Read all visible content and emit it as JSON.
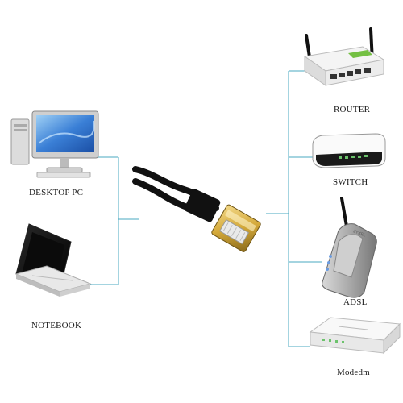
{
  "labels": {
    "desktop_pc": "DESKTOP PC",
    "notebook": "NOTEBOOK",
    "router": "ROUTER",
    "switch": "SWITCH",
    "adsl": "ADSL",
    "modem": "Modedm"
  },
  "adsl_brand_text": "ZYXEL",
  "colors": {
    "connector_line": "#4aa8c0",
    "cable": "#111111",
    "plug_gold": "#d4a93a",
    "screen_blue": "#3a7fd6"
  },
  "icons": [
    "desktop-pc-icon",
    "notebook-icon",
    "ethernet-cable-icon",
    "router-icon",
    "switch-icon",
    "adsl-modem-icon",
    "modem-icon"
  ]
}
